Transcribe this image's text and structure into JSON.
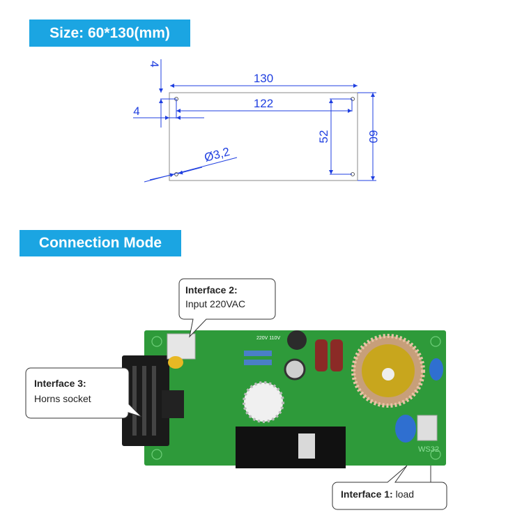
{
  "size_section": {
    "title": "Size: 60*130(mm)",
    "dimensions": {
      "width_outer": "130",
      "width_holes": "122",
      "height_outer": "60",
      "height_holes": "52",
      "offset_top": "4",
      "offset_left": "4",
      "hole_diameter": "Ø3,2"
    }
  },
  "connection_section": {
    "title": "Connection Mode",
    "callouts": [
      {
        "heading": "Interface 2:",
        "text": "Input 220VAC"
      },
      {
        "heading": "Interface 3:",
        "text": "Horns  socket"
      },
      {
        "heading": "Interface 1:",
        "text": " load"
      }
    ],
    "board_marking": "WS32",
    "board_voltage_label": "220V 110V"
  },
  "colors": {
    "banner": "#1ba5e2",
    "dimension": "#1f3fe0",
    "pcb": "#2e9a3a"
  }
}
